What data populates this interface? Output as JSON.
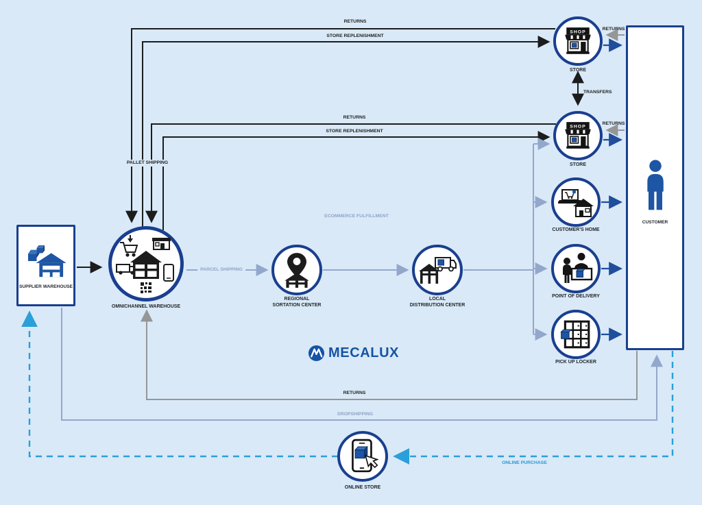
{
  "logo": {
    "text": "MECALUX",
    "color": "#1553a5"
  },
  "colors": {
    "background": "#d9e9f7",
    "navy_border": "#1a3f8f",
    "icon_blue": "#1e55a4",
    "black_line": "#1c1c1c",
    "gray_line": "#969696",
    "periwinkle_line": "#93a7cd",
    "dark_blue_arrow": "#1f4e9c",
    "bright_blue_dashed": "#2b9fd9"
  },
  "nodes": {
    "supplier_warehouse": {
      "label": "SUPPLIER WAREHOUSE"
    },
    "omnichannel_warehouse": {
      "label": "OMNICHANNEL WAREHOUSE"
    },
    "regional_sortation_center": {
      "line1": "REGIONAL",
      "line2": "SORTATION CENTER"
    },
    "local_distribution_center": {
      "line1": "LOCAL",
      "line2": "DISTRIBUTION CENTER"
    },
    "store_top": {
      "label": "STORE",
      "sign": "SHOP"
    },
    "store_middle": {
      "label": "STORE",
      "sign": "SHOP"
    },
    "customers_home": {
      "label": "CUSTOMER'S HOME"
    },
    "point_of_delivery": {
      "label": "POINT OF DELIVERY"
    },
    "pick_up_locker": {
      "label": "PICK UP LOCKER"
    },
    "customer": {
      "label": "CUSTOMER"
    },
    "online_store": {
      "label": "ONLINE STORE"
    }
  },
  "flow_labels": {
    "returns_to_store_top": "RETURNS",
    "store_replenishment_top": "STORE REPLENISHMENT",
    "returns_to_store_middle": "RETURNS",
    "store_replenishment_middle": "STORE REPLENISHMENT",
    "pallet_shipping": "PALLET SHIPPING",
    "parcel_shipping": "PARCEL SHIPPING",
    "ecommerce_fulfillment": "ECOMMERCE FULFILLMENT",
    "transfers": "TRANSFERS",
    "customer_returns_store_top": "RETURNS",
    "customer_returns_store_middle": "RETURNS",
    "returns_to_warehouse": "RETURNS",
    "dropshipping": "DROPSHIPPING",
    "online_purchase": "ONLINE PURCHASE"
  }
}
